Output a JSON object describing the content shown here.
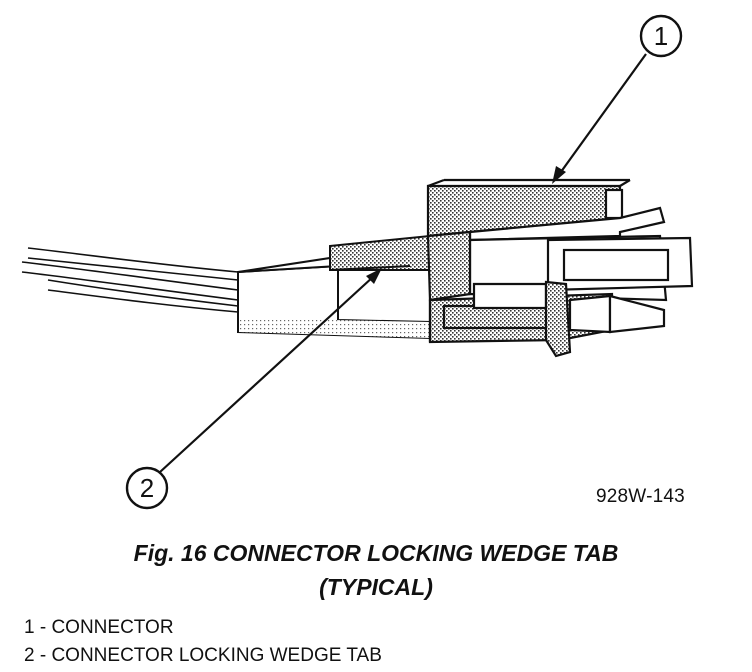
{
  "figure": {
    "code": "928W-143",
    "callouts": [
      "1",
      "2"
    ]
  },
  "caption": {
    "line1": "Fig. 16 CONNECTOR LOCKING WEDGE TAB",
    "line2": "(TYPICAL)"
  },
  "legend": [
    "1 - CONNECTOR",
    "2 - CONNECTOR LOCKING WEDGE TAB"
  ]
}
